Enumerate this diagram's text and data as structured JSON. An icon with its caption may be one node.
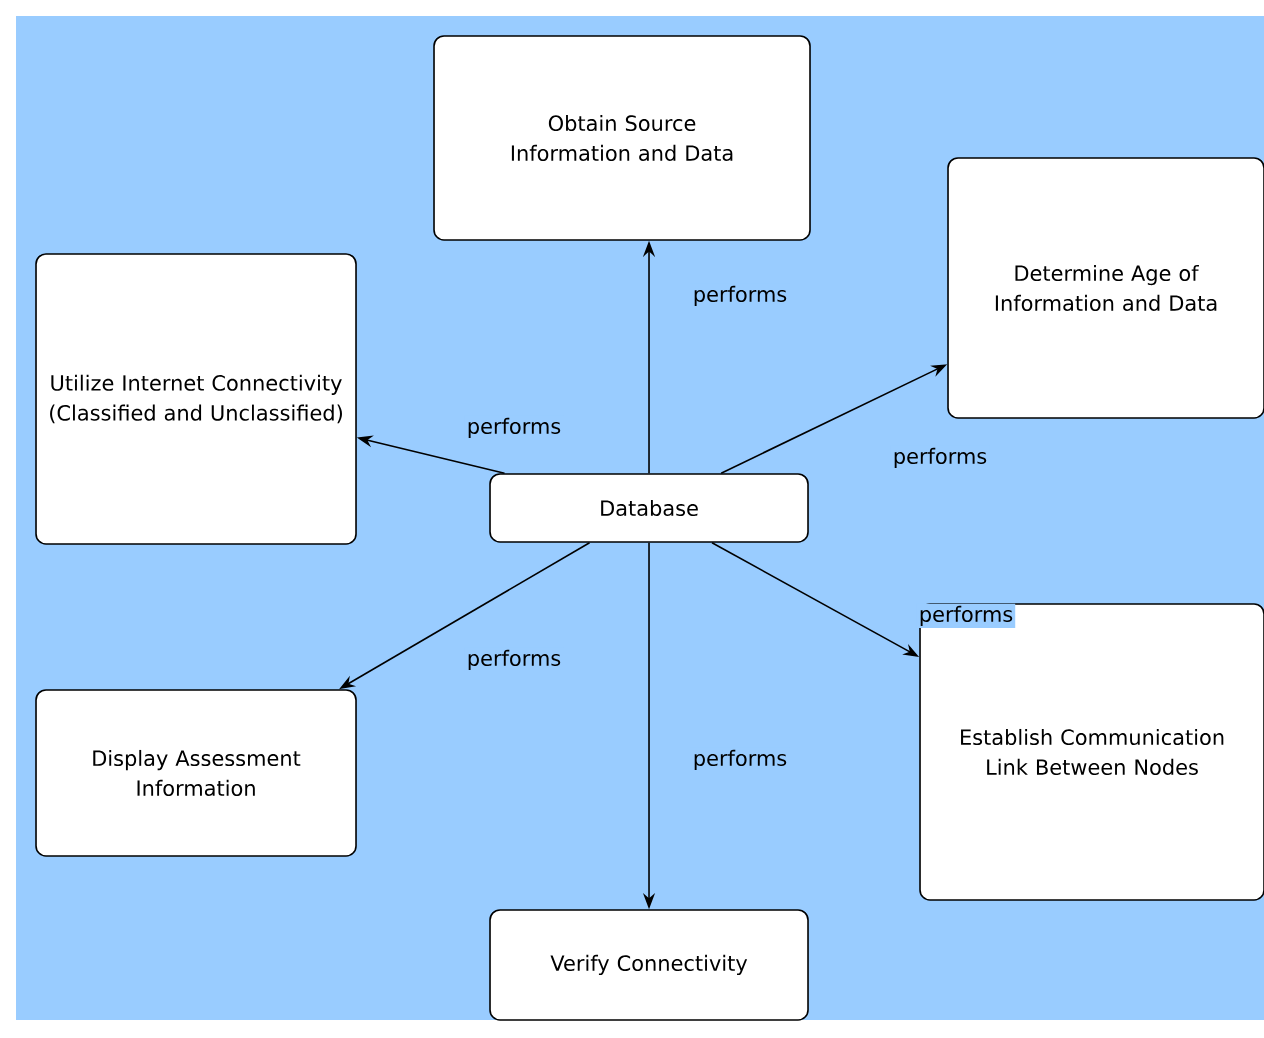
{
  "diagram": {
    "nodes": [
      {
        "text": [
          "Database"
        ]
      },
      {
        "text": [
          "Obtain Source Information and Data"
        ]
      },
      {
        "text": [
          "Utilize Internet Connectivity (Classified and Unclassified)"
        ]
      },
      {
        "text": [
          "Determine Age of Information and Data"
        ]
      },
      {
        "text": [
          "Display Assessment Information"
        ]
      },
      {
        "text": [
          "Establish Communication Link Between Nodes"
        ]
      },
      {
        "text": [
          "Verify Connectivity"
        ]
      }
    ],
    "edges": [
      {
        "from": 0,
        "to": 1,
        "arrow": "to",
        "label": "performs"
      },
      {
        "from": 0,
        "to": 2,
        "arrow": "to",
        "label": "performs"
      },
      {
        "from": 0,
        "to": 3,
        "arrow": "to",
        "label": "performs"
      },
      {
        "from": 0,
        "to": 4,
        "arrow": "to",
        "label": "performs"
      },
      {
        "from": 0,
        "to": 5,
        "arrow": "to",
        "label": "performs"
      },
      {
        "from": 0,
        "to": 6,
        "arrow": "to",
        "label": "performs"
      }
    ]
  }
}
